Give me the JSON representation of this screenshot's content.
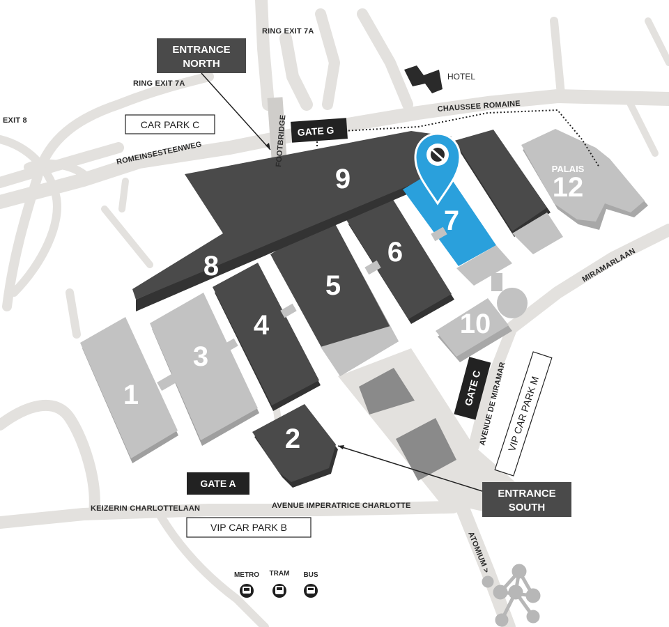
{
  "colors": {
    "road": "#e3e1de",
    "hall_dark": "#4a4a4a",
    "hall_light": "#c2c2c2",
    "highlight": "#2aa0dc",
    "label_box": "#222222",
    "entrance_box": "#4a4a4a"
  },
  "halls": [
    {
      "number": "1",
      "shade": "light"
    },
    {
      "number": "2",
      "shade": "dark"
    },
    {
      "number": "3",
      "shade": "light"
    },
    {
      "number": "4",
      "shade": "dark"
    },
    {
      "number": "5",
      "shade": "dark"
    },
    {
      "number": "6",
      "shade": "dark"
    },
    {
      "number": "7",
      "shade": "highlight"
    },
    {
      "number": "8",
      "shade": "dark"
    },
    {
      "number": "9",
      "shade": "dark"
    },
    {
      "number": "10",
      "shade": "light"
    },
    {
      "number": "12",
      "shade": "light"
    }
  ],
  "palais_label": "PALAIS",
  "gates": {
    "a": "GATE A",
    "c": "GATE C",
    "g": "GATE G"
  },
  "entrances": {
    "north": [
      "ENTRANCE",
      "NORTH"
    ],
    "south": [
      "ENTRANCE",
      "SOUTH"
    ]
  },
  "car_parks": {
    "c": "CAR PARK C",
    "vip_b": "VIP CAR PARK B",
    "vip_m": "VIP CAR PARK M"
  },
  "roads": {
    "ring_exit_top": "RING EXIT 7A",
    "ring_exit_left": "RING EXIT 7A",
    "exit_8": "EXIT 8",
    "chaussee_romaine": "CHAUSSEE ROMAINE",
    "romeinsesteenweg": "ROMEINSESTEENWEG",
    "footbridge": "FOOTBRIDGE",
    "miramarlaan": "MIRAMARLAAN",
    "avenue_de_miramar": "AVENUE DE MIRAMAR",
    "keizerin": "KEIZERIN CHARLOTTELAAN",
    "imperatrice": "AVENUE IMPERATRICE CHARLOTTE",
    "atomium": "ATOMIUM >"
  },
  "hotel_label": "HOTEL",
  "transport": [
    {
      "label": "METRO",
      "icon": "metro-icon"
    },
    {
      "label": "TRAM",
      "icon": "tram-icon"
    },
    {
      "label": "BUS",
      "icon": "bus-icon"
    }
  ],
  "landmarks": {
    "atomium_icon": "atomium-icon",
    "hotel_icon": "hotel-icon",
    "location_pin": "location-pin-icon"
  }
}
